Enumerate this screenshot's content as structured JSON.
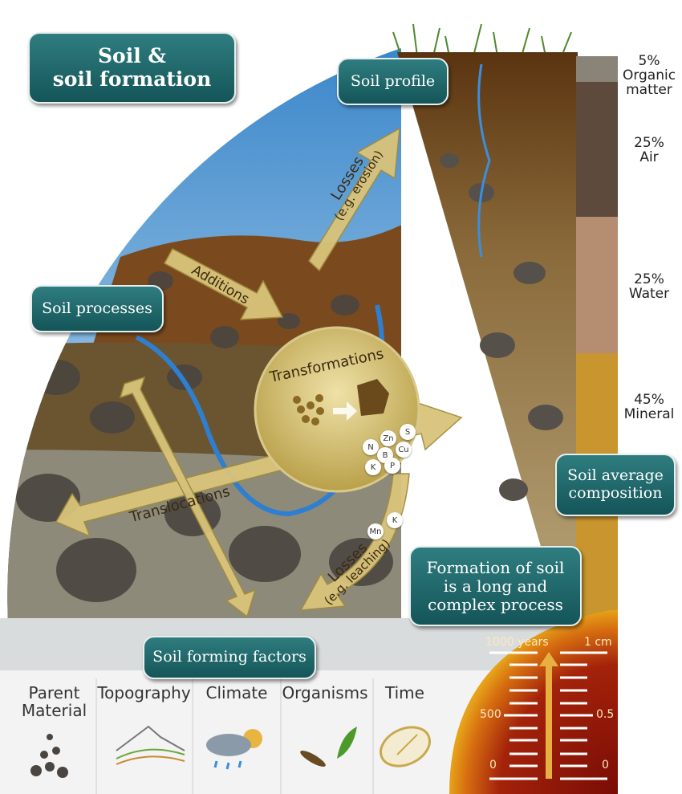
{
  "title": "Soil & soil formation",
  "title_lines": [
    "Soil &",
    "soil formation"
  ],
  "labels": {
    "soil_profile": "Soil profile",
    "soil_processes": "Soil processes",
    "soil_average_composition": "Soil average composition",
    "formation_note": "Formation of soil is a long and complex process",
    "soil_forming_factors": "Soil forming factors"
  },
  "processes": {
    "additions": "Additions",
    "losses_erosion": "Losses",
    "losses_erosion_sub": "(e.g. erosion)",
    "transformations": "Transformations",
    "translocations": "Translocations",
    "losses_leaching": "Losses",
    "losses_leaching_sub": "(e.g. leaching)"
  },
  "nutrients": [
    "N",
    "Zn",
    "S",
    "B",
    "Cu",
    "K",
    "P"
  ],
  "leached_nutrients": [
    "Mn",
    "K"
  ],
  "composition": [
    {
      "percent": "5%",
      "name": "Organic matter",
      "value": 5,
      "color": "#8a8478"
    },
    {
      "percent": "25%",
      "name": "Air",
      "value": 25,
      "color": "#5e4a3c"
    },
    {
      "percent": "25%",
      "name": "Water",
      "value": 25,
      "color": "#b58d70"
    },
    {
      "percent": "45%",
      "name": "Mineral",
      "value": 45,
      "color": "#c9952e"
    }
  ],
  "factors": [
    {
      "name": "Parent Material",
      "icon": "pebbles-icon"
    },
    {
      "name": "Topography",
      "icon": "mountain-icon"
    },
    {
      "name": "Climate",
      "icon": "cloud-sun-rain-icon"
    },
    {
      "name": "Organisms",
      "icon": "insect-leaf-icon"
    },
    {
      "name": "Time",
      "icon": "clock-icon"
    }
  ],
  "time_scale": {
    "left_top": "1000 years",
    "left_mid": "500",
    "left_bottom": "0",
    "right_top": "1 cm",
    "right_mid": "0.5",
    "right_bottom": "0"
  },
  "colors": {
    "label_box": "#1e6366",
    "sky": "#5aa2d8",
    "soil": "#7a4e22",
    "arrow": "#d9c47a"
  }
}
